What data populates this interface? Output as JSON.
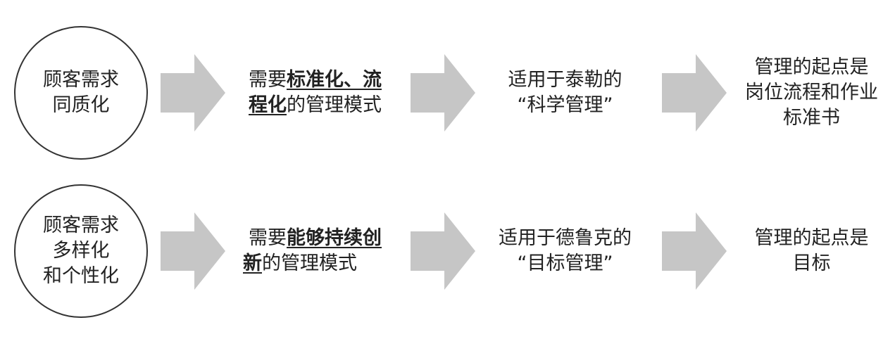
{
  "colors": {
    "arrow": "#c6c6c6",
    "circle_border": "#333333",
    "text": "#222222"
  },
  "rows": [
    {
      "circle": [
        "顾客需求",
        "同质化"
      ],
      "mode": {
        "l1_pre": "需要",
        "l1_em": "标准化、流",
        "l2_em": "程化",
        "l2_post": "的管理模式"
      },
      "theory": [
        "适用于泰勒的",
        "“科学管理”"
      ],
      "start": [
        "管理的起点是",
        "岗位流程和作业",
        "标准书"
      ]
    },
    {
      "circle": [
        "顾客需求",
        "多样化",
        "和个性化"
      ],
      "mode": {
        "l1_pre": "需要",
        "l1_em": "能够持续创",
        "l2_em": "新",
        "l2_post": "的管理模式"
      },
      "theory": [
        "适用于德鲁克的",
        "“目标管理”"
      ],
      "start": [
        "管理的起点是",
        "目标"
      ]
    }
  ]
}
